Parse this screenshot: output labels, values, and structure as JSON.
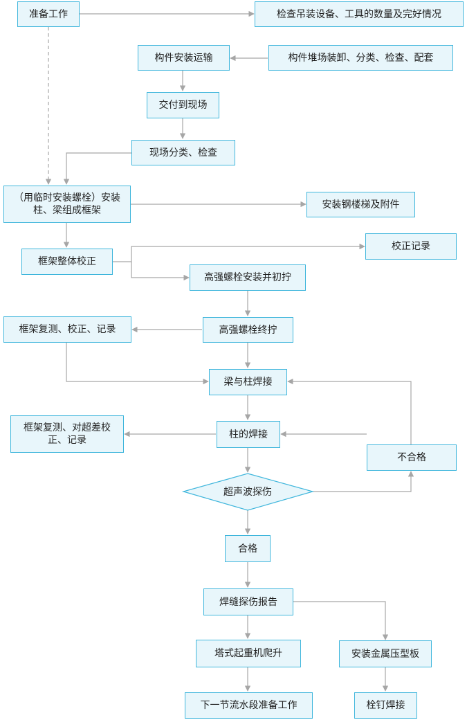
{
  "nodes": {
    "prepare": "准备工作",
    "check_equipment": "检查吊装设备、工具的数量及完好情况",
    "transport": "构件安装运输",
    "stockyard": "构件堆场装卸、分类、检查、配套",
    "deliver": "交付到现场",
    "site_check": "现场分类、检查",
    "frame_install": "（用临时安装螺栓）安装\n柱、梁组成框架",
    "stairs": "安装钢楼梯及附件",
    "frame_correct": "框架整体校正",
    "correct_record": "校正记录",
    "bolt_initial": "高强螺栓安装并初拧",
    "frame_retest": "框架复测、校正、记录",
    "bolt_final": "高强螺栓终拧",
    "beam_column_weld": "梁与柱焊接",
    "retest_overrun": "框架复测、对超差校\n正、记录",
    "column_weld": "柱的焊接",
    "unqualified": "不合格",
    "ultrasonic": "超声波探伤",
    "qualified": "合格",
    "weld_report": "焊缝探伤报告",
    "tower_crane": "塔式起重机爬升",
    "metal_deck": "安装金属压型板",
    "next_section": "下一节流水段准备工作",
    "stud_weld": "栓钉焊接"
  },
  "colors": {
    "box_border": "#3fb6dc",
    "box_fill": "#e8f6fb",
    "line": "#a6a6a6"
  }
}
